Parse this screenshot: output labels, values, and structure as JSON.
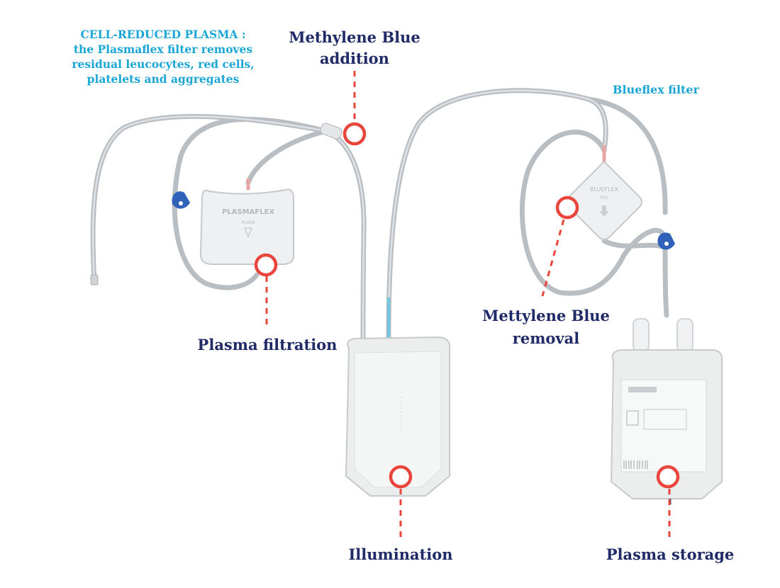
{
  "colors": {
    "accent_dark": "#1f2a66",
    "accent_cyan": "#1ba6d6",
    "marker": "#e8453c",
    "tube": "#b9bec3",
    "bag": "#eceeee"
  },
  "labels": {
    "cell_reduced": {
      "line1": "CELL-REDUCED PLASMA :",
      "line2": "the Plasmaflex filter removes",
      "line3": "residual leucocytes, red cells,",
      "line4": "platelets and aggregates"
    },
    "mb_addition": {
      "line1": "Methylene Blue",
      "line2": "addition"
    },
    "blueflex_filter": "Blueflex filter",
    "plasma_filtration": "Plasma filtration",
    "mb_removal": {
      "line1": "Mettylene Blue",
      "line2": "removal"
    },
    "illumination": "Illumination",
    "plasma_storage": "Plasma storage"
  },
  "device_text": {
    "plasmaflex_brand": "PLASMAFLEX",
    "plasmaflex_model": "PLAS4",
    "blueflex_brand": "BLUEFLEX",
    "blueflex_model": "F01"
  }
}
